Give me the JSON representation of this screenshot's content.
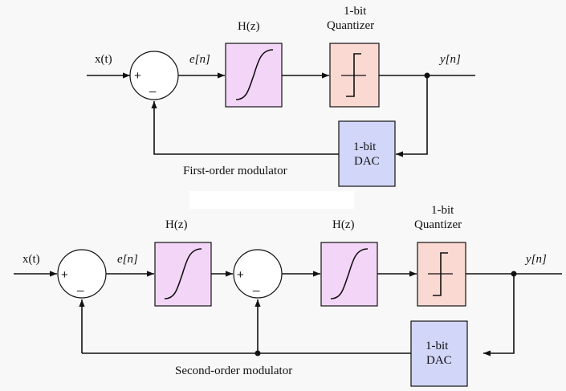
{
  "first_order": {
    "input_label": "x(t)",
    "error_label": "e[n]",
    "filter_label": "H(z)",
    "quantizer_label_line1": "1-bit",
    "quantizer_label_line2": "Quantizer",
    "output_label": "y[n]",
    "dac_label_line1": "1-bit",
    "dac_label_line2": "DAC",
    "plus_sign": "+",
    "minus_sign": "_",
    "caption": "First-order modulator"
  },
  "second_order": {
    "input_label": "x(t)",
    "error_label": "e[n]",
    "filter1_label": "H(z)",
    "filter2_label": "H(z)",
    "quantizer_label_line1": "1-bit",
    "quantizer_label_line2": "Quantizer",
    "output_label": "y[n]",
    "dac_label_line1": "1-bit",
    "dac_label_line2": "DAC",
    "plus_sign": "+",
    "minus_sign": "_",
    "caption": "Second-order modulator"
  },
  "colors": {
    "filter_fill": "#f3d6f7",
    "quantizer_fill": "#fbd9d3",
    "dac_fill": "#d2d6f8",
    "wire": "#111111"
  }
}
